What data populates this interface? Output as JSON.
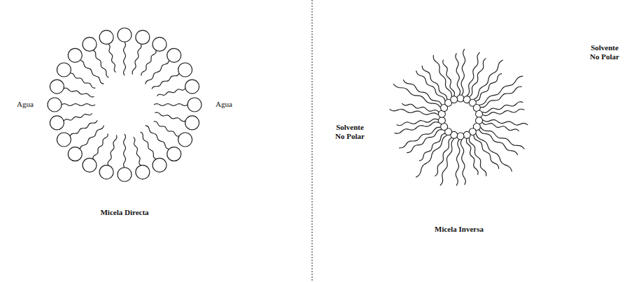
{
  "diagram": {
    "labels": [
      "Agua",
      "Agua",
      "Solvente No Polar",
      "Solvente No Polar",
      "Micela Directa",
      "Micela Inversa"
    ]
  }
}
